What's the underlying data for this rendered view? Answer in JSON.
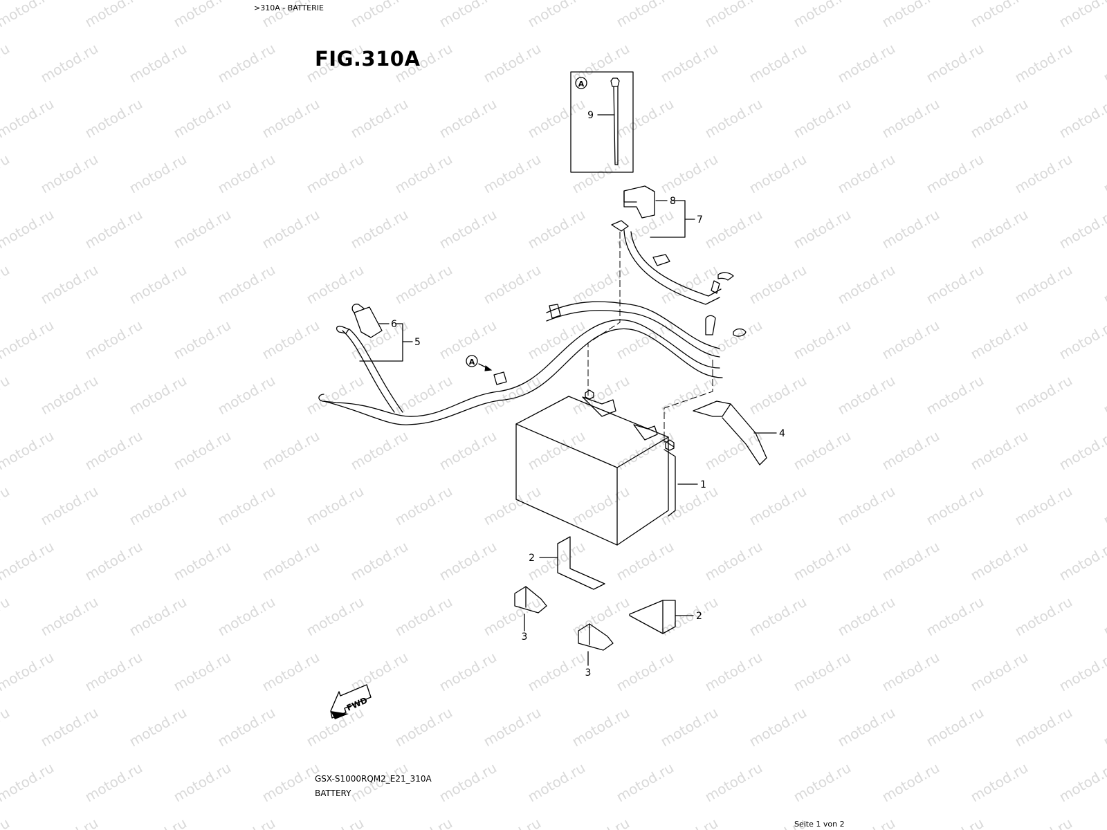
{
  "header": {
    "path": ">310A - BATTERIE"
  },
  "figure": {
    "title": "FIG.310A"
  },
  "detail_marker": "A",
  "callouts": {
    "c1": "1",
    "c2a": "2",
    "c2b": "2",
    "c3a": "3",
    "c3b": "3",
    "c4": "4",
    "c5": "5",
    "c6": "6",
    "c7": "7",
    "c8": "8",
    "c9": "9"
  },
  "fwd_label": "FWD",
  "footer": {
    "model_code": "GSX-S1000RQM2_E21_310A",
    "caption": "BATTERY",
    "page": "Seite 1 von 2"
  },
  "watermark": "motod.ru"
}
